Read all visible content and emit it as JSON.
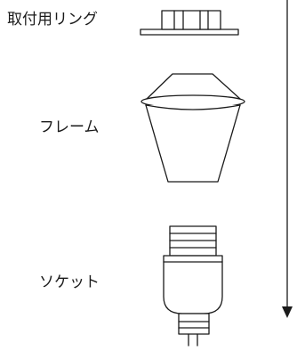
{
  "labels": {
    "ring": "取付用リング",
    "frame": "フレーム",
    "socket": "ソケット"
  },
  "colors": {
    "line": "#1a1a1a",
    "background": "#ffffff"
  }
}
